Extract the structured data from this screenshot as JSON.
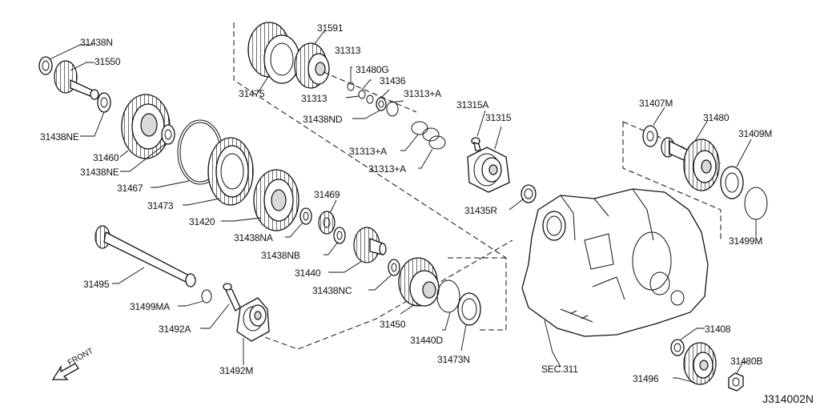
{
  "diagram": {
    "labels": {
      "p31438N": "31438N",
      "p31550": "31550",
      "p31438NE_a": "31438NE",
      "p31460": "31460",
      "p31438NE_b": "31438NE",
      "p31467": "31467",
      "p31473": "31473",
      "p31420": "31420",
      "p31469": "31469",
      "p31438NA": "31438NA",
      "p31438NB": "31438NB",
      "p31440": "31440",
      "p31438NC": "31438NC",
      "p31495": "31495",
      "p31499MA": "31499MA",
      "p31492A": "31492A",
      "p31492M": "31492M",
      "p31591": "31591",
      "p31313_top": "31313",
      "p31480G": "31480G",
      "p31436": "31436",
      "p31475": "31475",
      "p31313_mid": "31313",
      "p31313A_1": "31313+A",
      "p31438ND": "31438ND",
      "p31313A_2": "31313+A",
      "p31313A_3": "31313+A",
      "p31315A": "31315A",
      "p31315": "31315",
      "p31435R": "31435R",
      "p31450": "31450",
      "p31440D": "31440D",
      "p31473N": "31473N",
      "p31407M": "31407M",
      "p31480": "31480",
      "p31409M": "31409M",
      "p31499M": "31499M",
      "p31408": "31408",
      "p31496": "31496",
      "p31480B": "31480B",
      "sec311": "SEC.311"
    },
    "front": "FRONT",
    "code": "J314002N"
  }
}
